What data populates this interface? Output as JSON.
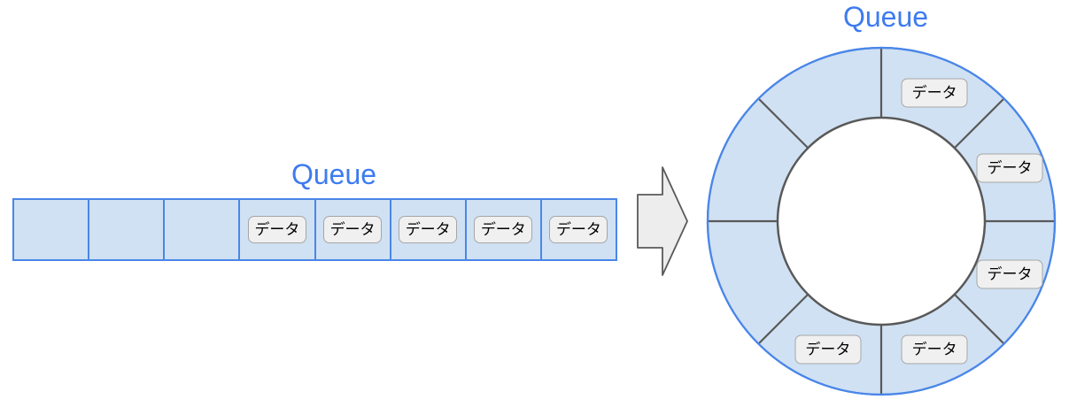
{
  "linear_queue": {
    "title": "Queue",
    "cells": [
      {
        "filled": false,
        "label": ""
      },
      {
        "filled": false,
        "label": ""
      },
      {
        "filled": false,
        "label": ""
      },
      {
        "filled": true,
        "label": "データ"
      },
      {
        "filled": true,
        "label": "データ"
      },
      {
        "filled": true,
        "label": "データ"
      },
      {
        "filled": true,
        "label": "データ"
      },
      {
        "filled": true,
        "label": "データ"
      }
    ]
  },
  "transform_arrow": {
    "direction": "right"
  },
  "circular_queue": {
    "title": "Queue",
    "segment_count": 8,
    "segments": [
      {
        "position": "top-right",
        "filled": true,
        "label": "データ"
      },
      {
        "position": "right-upper",
        "filled": true,
        "label": "データ"
      },
      {
        "position": "right-lower",
        "filled": true,
        "label": "データ"
      },
      {
        "position": "bottom-right",
        "filled": true,
        "label": "データ"
      },
      {
        "position": "bottom-left",
        "filled": true,
        "label": "データ"
      },
      {
        "position": "left-lower",
        "filled": false,
        "label": ""
      },
      {
        "position": "left-upper",
        "filled": false,
        "label": ""
      },
      {
        "position": "top-left",
        "filled": false,
        "label": ""
      }
    ]
  },
  "colors": {
    "cell_fill": "#d0e1f3",
    "cell_border": "#4a86e8",
    "divider_gray": "#595959",
    "data_box_fill": "#f0f0f0",
    "data_box_border": "#a6a6a6",
    "title_blue": "#3d7bf0",
    "arrow_fill": "#ededed",
    "arrow_border": "#595959"
  }
}
